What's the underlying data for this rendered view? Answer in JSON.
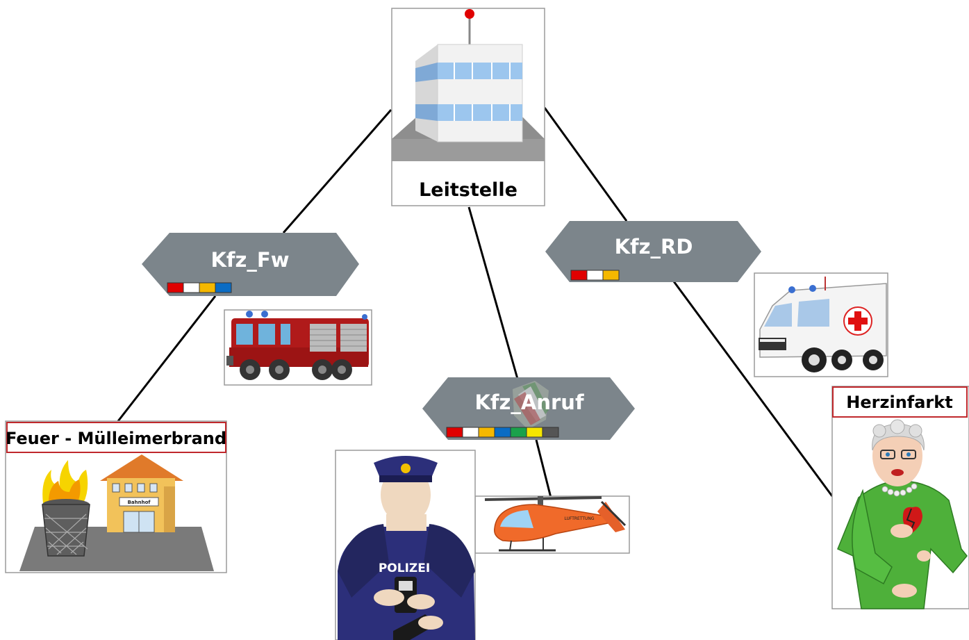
{
  "center": {
    "label": "Leitstelle"
  },
  "vehicles": [
    {
      "id": "fw",
      "label": "Kfz_Fw",
      "colors": [
        "#e00000",
        "#ffffff",
        "#f5b800",
        "#0a6cc4"
      ]
    },
    {
      "id": "anruf",
      "label": "Kfz_Anruf",
      "colors": [
        "#e00000",
        "#ffffff",
        "#f5b800",
        "#0a6cc4",
        "#1aa14b",
        "#f5e600",
        "#555555"
      ]
    },
    {
      "id": "rd",
      "label": "Kfz_RD",
      "colors": [
        "#e00000",
        "#ffffff",
        "#f5b800"
      ]
    }
  ],
  "incidents": [
    {
      "id": "fire",
      "label": "Feuer - Mülleimerbrand",
      "building_sign": "Bahnhof"
    },
    {
      "id": "heart",
      "label": "Herzinfarkt"
    }
  ],
  "pictures": {
    "police_text": "POLIZEI",
    "helicopter_text": "LUFTRETTUNG"
  },
  "colors": {
    "hexagon_fill": "#7c858b",
    "hexagon_text": "#ffffff",
    "incident_border": "#c0282c",
    "line": "#000000",
    "frame_border": "#9a9a9a"
  }
}
